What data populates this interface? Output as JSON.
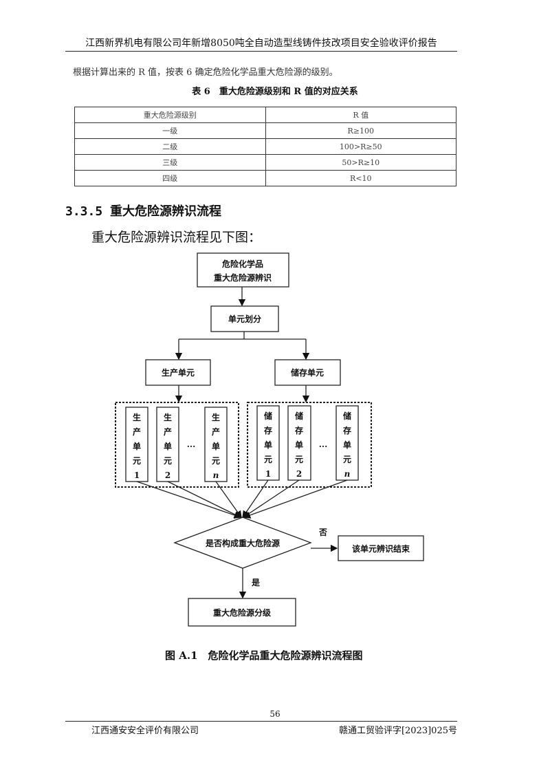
{
  "header": {
    "title": "江西新界机电有限公司年新增8050吨全自动造型线铸件技改项目安全验收评价报告"
  },
  "body": {
    "paragraph": "根据计算出来的 R 值，按表 6 确定危险化学品重大危险源的级别。",
    "table_caption": "表 6　重大危险源级别和 R 值的对应关系",
    "table": {
      "headers": [
        "重大危险源级别",
        "R 值"
      ],
      "rows": [
        [
          "一级",
          "R≥100"
        ],
        [
          "二级",
          "100>R≥50"
        ],
        [
          "三级",
          "50>R≥10"
        ],
        [
          "四级",
          "R<10"
        ]
      ]
    },
    "section_heading": "3.3.5 重大危险源辨识流程",
    "intro": "重大危险源辨识流程见下图："
  },
  "flowchart": {
    "start_line1": "危险化学品",
    "start_line2": "重大危险源辨识",
    "divide": "单元划分",
    "production": "生产单元",
    "storage": "储存单元",
    "prod_units": [
      [
        "生",
        "产",
        "单",
        "元",
        "1"
      ],
      [
        "生",
        "产",
        "单",
        "元",
        "2"
      ],
      [
        "生",
        "产",
        "单",
        "元",
        "n"
      ]
    ],
    "stor_units": [
      [
        "储",
        "存",
        "单",
        "元",
        "1"
      ],
      [
        "储",
        "存",
        "单",
        "元",
        "2"
      ],
      [
        "储",
        "存",
        "单",
        "元",
        "n"
      ]
    ],
    "ellipsis": "...",
    "decision": "是否构成重大危险源",
    "no": "否",
    "yes": "是",
    "end": "该单元辨识结束",
    "grade": "重大危险源分级",
    "caption": "图 A.1　危险化学品重大危险源辨识流程图"
  },
  "footer": {
    "page": "56",
    "company": "江西通安安全评价有限公司",
    "doc_no": "赣通工贸验评字[2023]025号"
  }
}
